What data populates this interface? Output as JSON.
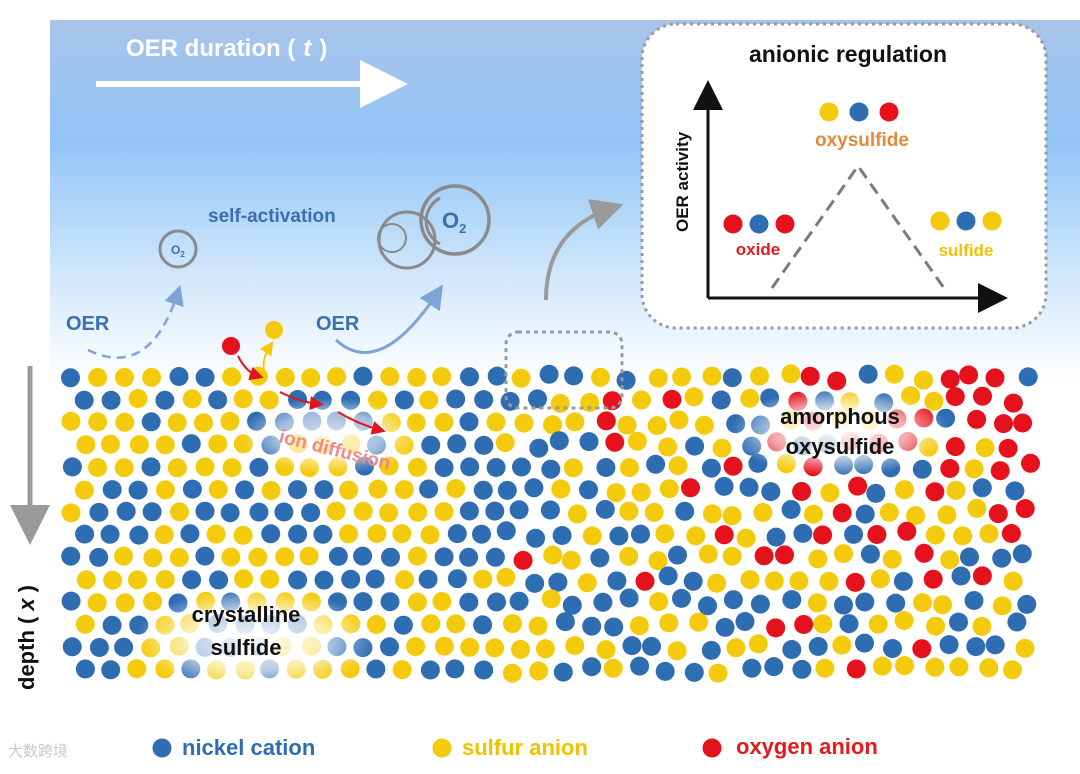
{
  "header": {
    "duration_label": "OER duration (",
    "duration_var": "t",
    "duration_close": ")"
  },
  "process": {
    "self_activation": "self-activation",
    "oer_left": "OER",
    "oer_right": "OER",
    "o2_small": "O",
    "o2_small_sub": "2",
    "o2_large": "O",
    "o2_large_sub": "2",
    "ion_diffusion": "ion diffusion"
  },
  "layers": {
    "amorphous_line1": "amorphous",
    "amorphous_line2": "oxysulfide",
    "crystalline_line1": "crystalline",
    "crystalline_line2": "sulfide",
    "depth_label": "depth (",
    "depth_var": "x",
    "depth_close": ")"
  },
  "inset": {
    "title": "anionic regulation",
    "y_axis": "OER activity",
    "peak_label": "oxysulfide",
    "left_label": "oxide",
    "right_label": "sulfide"
  },
  "legend": {
    "nickel": "nickel cation",
    "sulfur": "sulfur anion",
    "oxygen": "oxygen anion",
    "watermark": "大数跨境"
  },
  "colors": {
    "nickel": "#2f6db3",
    "sulfur": "#f4cb0c",
    "oxygen": "#e5111c",
    "sky_top": "#a6c4ec",
    "sky_mid": "#8fc3f6"
  }
}
